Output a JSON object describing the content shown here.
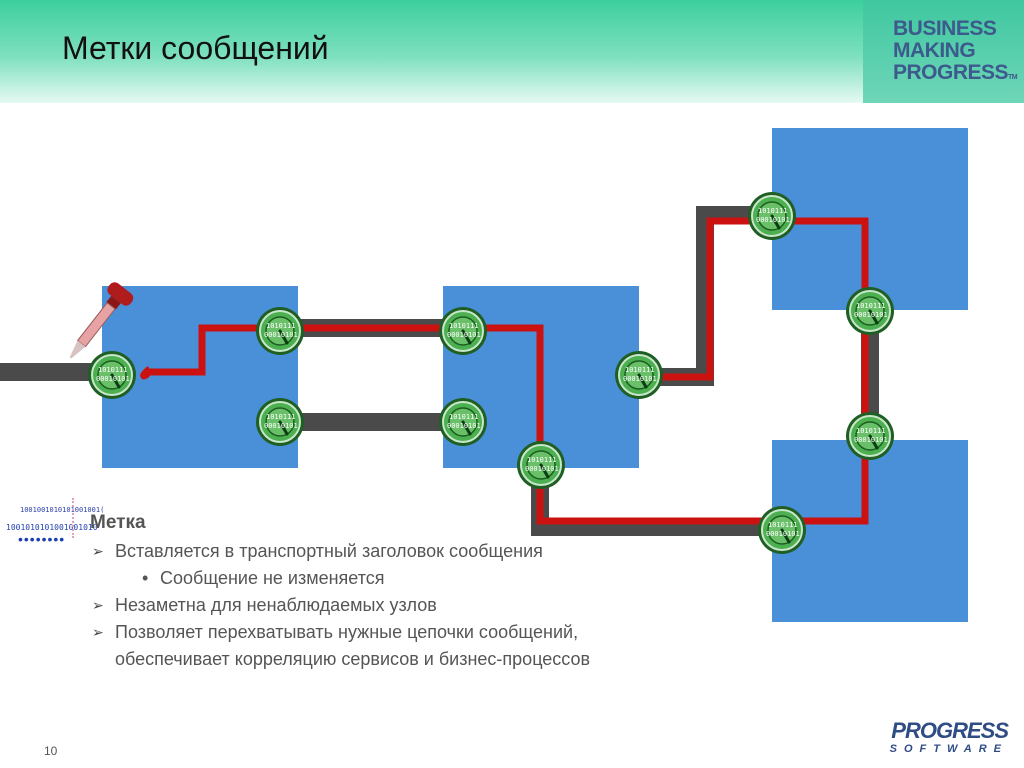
{
  "slide": {
    "title": "Метки сообщений",
    "page_number": "10"
  },
  "brand": {
    "line1": "BUSINESS",
    "line2": "MAKING",
    "line3": "PROGRESS",
    "tm": "TM"
  },
  "node": {
    "line1": "1010111",
    "line2": "00010101"
  },
  "binary_strip": {
    "line1": "1001001010101001001(",
    "line2": "1001010101001001010",
    "dots": "••••••••"
  },
  "content": {
    "heading": "Метка",
    "bullets": [
      "Вставляется в транспортный заголовок сообщения",
      "Незаметна для ненаблюдаемых узлов",
      "Позволяет перехватывать нужные цепочки сообщений, обеспечивает корреляцию сервисов и бизнес-процессов"
    ],
    "sub_bullet": "Сообщение не изменяется"
  },
  "footer_logo": {
    "main": "PROGRESS",
    "sub": "SOFTWARE"
  },
  "colors": {
    "box_blue": "#4a90d9",
    "wire_dark": "#4a4a4a",
    "path_red": "#cc1111",
    "node_green": "#2e7d32",
    "header_green": "#3ccf9e"
  }
}
